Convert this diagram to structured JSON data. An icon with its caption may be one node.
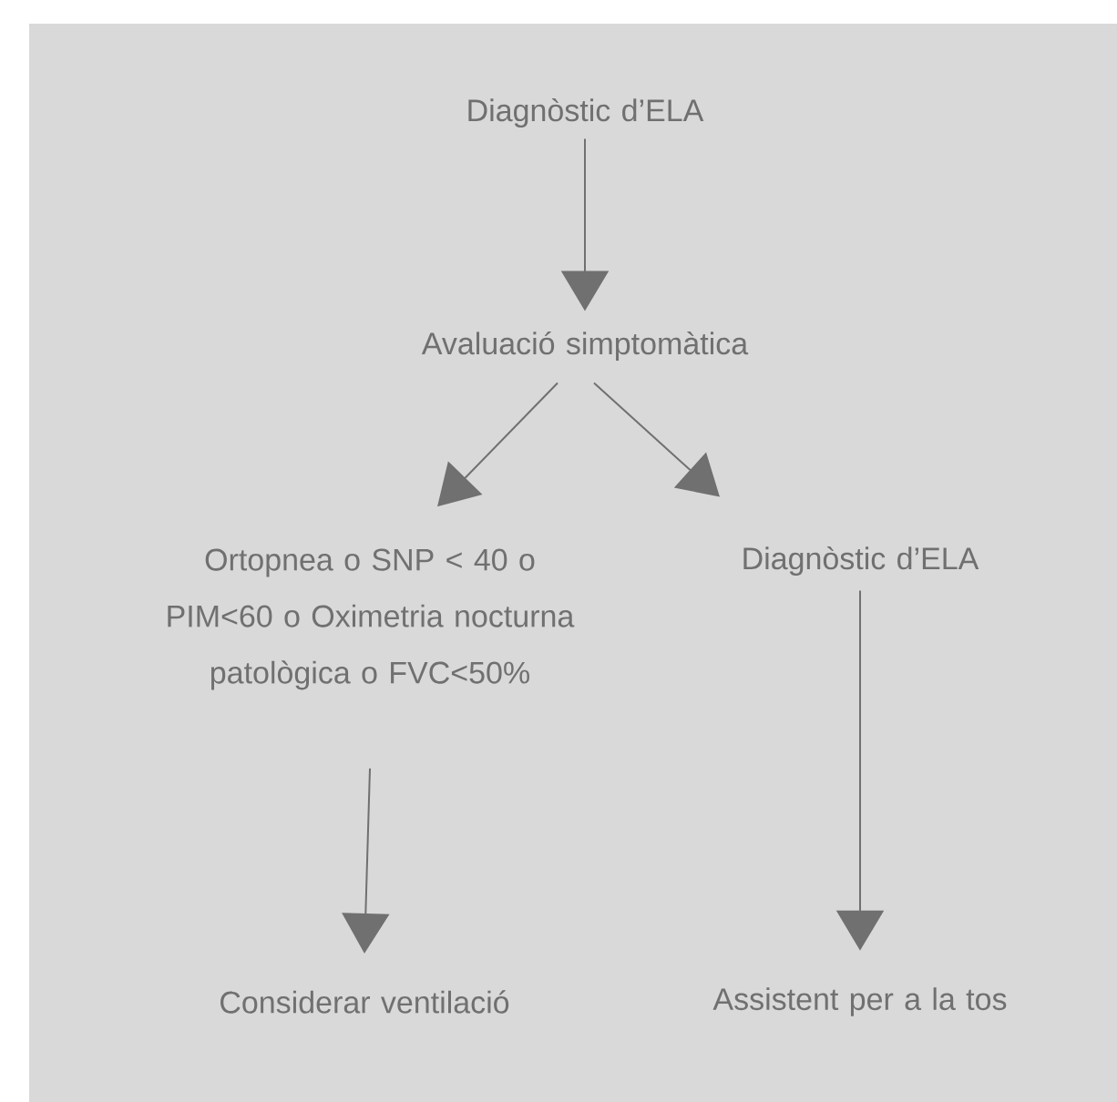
{
  "diagram": {
    "nodes": [
      {
        "text": [
          "Diagnòstic d’ELA"
        ]
      },
      {
        "text": [
          "Avaluació simptomàtica"
        ]
      },
      {
        "text": [
          "Ortopnea o SNP < 40 o PIM<60 o Oximetria nocturna patològica o FVC<50%"
        ]
      },
      {
        "text": [
          "Diagnòstic d’ELA"
        ]
      },
      {
        "text": [
          "Considerar ventilació"
        ]
      },
      {
        "text": [
          "Assistent per a la tos"
        ]
      }
    ],
    "edges": [
      {
        "from": 0,
        "to": 1,
        "arrow": "to"
      },
      {
        "from": 1,
        "to": 2,
        "arrow": "to"
      },
      {
        "from": 1,
        "to": 3,
        "arrow": "to"
      },
      {
        "from": 2,
        "to": 4,
        "arrow": "to"
      },
      {
        "from": 3,
        "to": 5,
        "arrow": "to"
      }
    ]
  }
}
